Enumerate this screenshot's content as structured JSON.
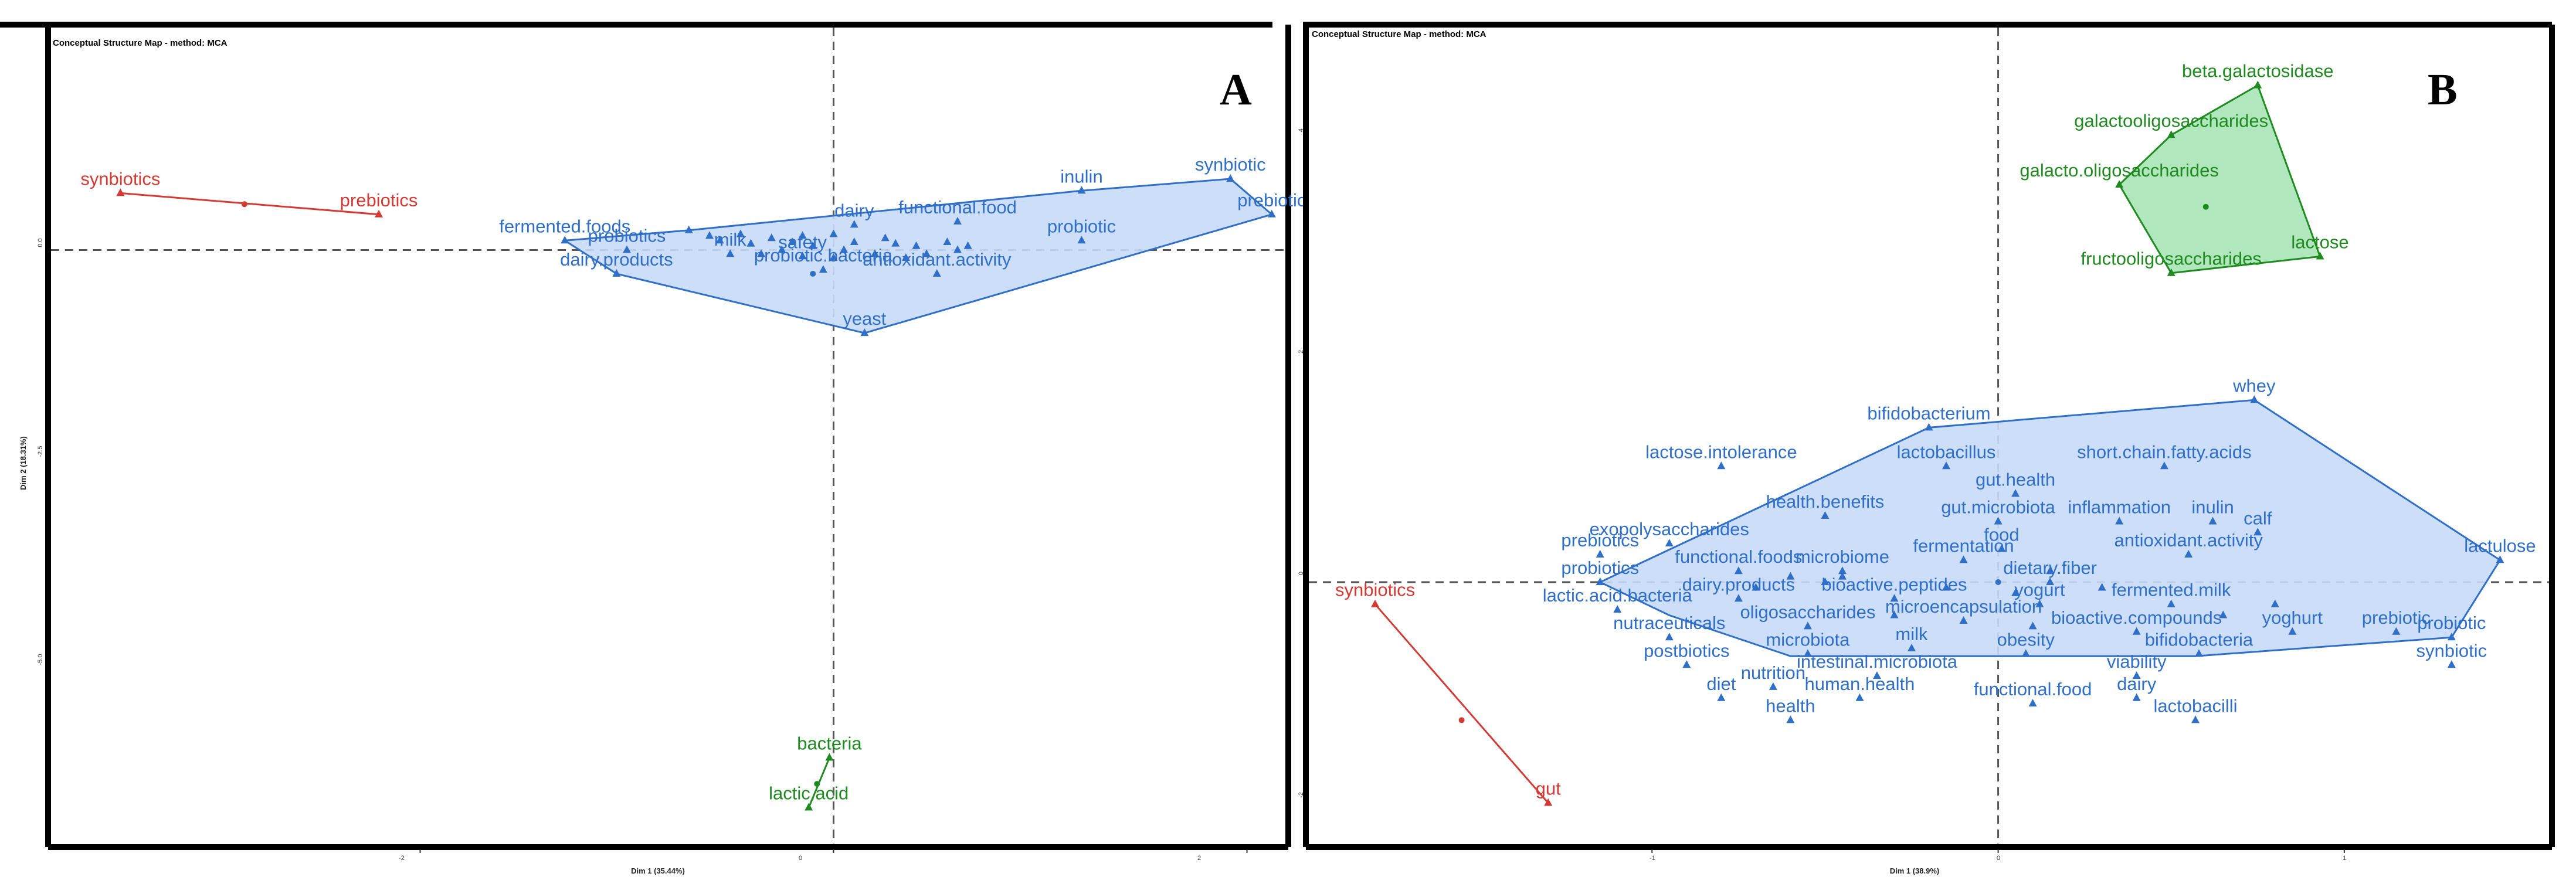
{
  "colors": {
    "blue": "#2f6fc8",
    "blue_fill": "#c8dbf7",
    "red": "#d43a34",
    "green": "#1f8a1f",
    "green_fill": "#a8e4b6"
  },
  "chart_data": [
    {
      "type": "scatter",
      "panel_letter": "A",
      "title": "Conceptual Structure Map - method: MCA",
      "xlabel": "Dim 1 (35.44%)",
      "ylabel": "Dim 2 (18.31%)",
      "xlim": [
        -3.8,
        2.2
      ],
      "ylim": [
        -7.55,
        2.85
      ],
      "xticks": [
        -2,
        0,
        2
      ],
      "xtick_labels": [
        "-2",
        "0",
        "2"
      ],
      "yticks": [
        0.0,
        -2.5,
        -5.0
      ],
      "ytick_labels": [
        "0.0",
        "-2.5",
        "-5.0"
      ],
      "grid": false,
      "clusters": [
        {
          "color": "red",
          "centroid": [
            -2.85,
            0.58
          ],
          "hull": [
            [
              -3.45,
              0.72
            ],
            [
              -2.2,
              0.45
            ]
          ],
          "labels": [
            {
              "text": "synbiotics",
              "x": -3.45,
              "y": 0.72
            },
            {
              "text": "prebiotics",
              "x": -2.2,
              "y": 0.45
            }
          ],
          "points": []
        },
        {
          "color": "blue",
          "centroid": [
            -0.1,
            -0.3
          ],
          "hull": [
            [
              1.92,
              0.9
            ],
            [
              2.12,
              0.45
            ],
            [
              0.15,
              -1.05
            ],
            [
              -1.05,
              -0.3
            ],
            [
              -1.3,
              0.12
            ],
            [
              -0.7,
              0.25
            ],
            [
              1.2,
              0.75
            ]
          ],
          "labels": [
            {
              "text": "synbiotic",
              "x": 1.92,
              "y": 0.9
            },
            {
              "text": "inulin",
              "x": 1.2,
              "y": 0.75
            },
            {
              "text": "prebiotic",
              "x": 2.12,
              "y": 0.45
            },
            {
              "text": "dairy",
              "x": 0.1,
              "y": 0.32
            },
            {
              "text": "functional.food",
              "x": 0.6,
              "y": 0.36
            },
            {
              "text": "fermented.foods",
              "x": -1.3,
              "y": 0.12
            },
            {
              "text": "probiotic",
              "x": 1.2,
              "y": 0.12
            },
            {
              "text": "probiotics",
              "x": -1.0,
              "y": 0.0
            },
            {
              "text": "milk",
              "x": -0.5,
              "y": -0.05
            },
            {
              "text": "safety",
              "x": -0.15,
              "y": -0.08
            },
            {
              "text": "probiotic.bacteria",
              "x": -0.05,
              "y": -0.25
            },
            {
              "text": "dairy.products",
              "x": -1.05,
              "y": -0.3
            },
            {
              "text": "antioxidant.activity",
              "x": 0.5,
              "y": -0.3
            },
            {
              "text": "yeast",
              "x": 0.15,
              "y": -1.05
            }
          ],
          "points": [
            [
              -0.7,
              0.25
            ],
            [
              -0.6,
              0.18
            ],
            [
              -0.55,
              0.12
            ],
            [
              -0.45,
              0.2
            ],
            [
              -0.4,
              0.08
            ],
            [
              -0.3,
              0.15
            ],
            [
              -0.25,
              0.0
            ],
            [
              -0.2,
              0.1
            ],
            [
              -0.1,
              0.05
            ],
            [
              0.0,
              0.2
            ],
            [
              0.05,
              0.0
            ],
            [
              0.1,
              0.1
            ],
            [
              0.2,
              -0.05
            ],
            [
              0.3,
              0.08
            ],
            [
              0.35,
              -0.1
            ],
            [
              0.4,
              0.05
            ],
            [
              0.45,
              -0.05
            ],
            [
              0.55,
              0.1
            ],
            [
              0.6,
              0.0
            ],
            [
              0.65,
              0.05
            ],
            [
              -0.15,
              0.18
            ],
            [
              0.0,
              -0.1
            ],
            [
              -0.35,
              -0.05
            ],
            [
              0.25,
              0.15
            ]
          ]
        },
        {
          "color": "green",
          "centroid": [
            -0.08,
            -6.75
          ],
          "hull": [
            [
              -0.02,
              -6.42
            ],
            [
              -0.12,
              -7.05
            ]
          ],
          "labels": [
            {
              "text": "bacteria",
              "x": -0.02,
              "y": -6.42
            },
            {
              "text": "lactic.acid",
              "x": -0.12,
              "y": -7.05
            }
          ],
          "points": []
        }
      ]
    },
    {
      "type": "scatter",
      "panel_letter": "B",
      "title": "Conceptual Structure Map - method: MCA",
      "xlabel": "Dim 1 (38.9%)",
      "ylabel": "",
      "xlim": [
        -2.0,
        1.6
      ],
      "ylim": [
        -2.4,
        5.05
      ],
      "xticks": [
        -1,
        0,
        1
      ],
      "xtick_labels": [
        "-1",
        "0",
        "1"
      ],
      "yticks": [
        4,
        2,
        0,
        -2
      ],
      "ytick_labels": [
        "4",
        "2",
        "0",
        "-2"
      ],
      "grid": false,
      "clusters": [
        {
          "color": "green",
          "centroid": [
            0.6,
            3.4
          ],
          "hull": [
            [
              0.75,
              4.5
            ],
            [
              0.93,
              2.95
            ],
            [
              0.5,
              2.8
            ],
            [
              0.35,
              3.6
            ],
            [
              0.5,
              4.05
            ]
          ],
          "labels": [
            {
              "text": "beta.galactosidase",
              "x": 0.75,
              "y": 4.5
            },
            {
              "text": "galactooligosaccharides",
              "x": 0.5,
              "y": 4.05
            },
            {
              "text": "galacto.oligosaccharides",
              "x": 0.35,
              "y": 3.6
            },
            {
              "text": "fructooligosaccharides",
              "x": 0.5,
              "y": 2.8
            },
            {
              "text": "lactose",
              "x": 0.93,
              "y": 2.95
            }
          ],
          "points": []
        },
        {
          "color": "red",
          "centroid": [
            -1.55,
            -1.25
          ],
          "hull": [
            [
              -1.8,
              -0.2
            ],
            [
              -1.3,
              -2.0
            ]
          ],
          "labels": [
            {
              "text": "synbiotics",
              "x": -1.8,
              "y": -0.2
            },
            {
              "text": "gut",
              "x": -1.3,
              "y": -2.0
            }
          ],
          "points": []
        },
        {
          "color": "blue",
          "centroid": [
            0.0,
            0.0
          ],
          "hull": [
            [
              0.74,
              1.65
            ],
            [
              1.45,
              0.2
            ],
            [
              1.31,
              -0.5
            ],
            [
              0.57,
              -0.67
            ],
            [
              -0.6,
              -0.67
            ],
            [
              -0.95,
              -0.3
            ],
            [
              -1.15,
              0.0
            ],
            [
              -0.2,
              1.4
            ]
          ],
          "labels": [
            {
              "text": "whey",
              "x": 0.74,
              "y": 1.65
            },
            {
              "text": "bifidobacterium",
              "x": -0.2,
              "y": 1.4
            },
            {
              "text": "lactose.intolerance",
              "x": -0.8,
              "y": 1.05
            },
            {
              "text": "lactobacillus",
              "x": -0.15,
              "y": 1.05
            },
            {
              "text": "short.chain.fatty.acids",
              "x": 0.48,
              "y": 1.05
            },
            {
              "text": "gut.health",
              "x": 0.05,
              "y": 0.8
            },
            {
              "text": "health.benefits",
              "x": -0.5,
              "y": 0.6
            },
            {
              "text": "gut.microbiota",
              "x": 0.0,
              "y": 0.55
            },
            {
              "text": "inflammation",
              "x": 0.35,
              "y": 0.55
            },
            {
              "text": "inulin",
              "x": 0.62,
              "y": 0.55
            },
            {
              "text": "calf",
              "x": 0.75,
              "y": 0.45
            },
            {
              "text": "exopolysaccharides",
              "x": -0.95,
              "y": 0.35
            },
            {
              "text": "prebiotics",
              "x": -1.15,
              "y": 0.25
            },
            {
              "text": "food",
              "x": 0.01,
              "y": 0.3
            },
            {
              "text": "fermentation",
              "x": -0.1,
              "y": 0.2
            },
            {
              "text": "antioxidant.activity",
              "x": 0.55,
              "y": 0.25
            },
            {
              "text": "functional.foods",
              "x": -0.75,
              "y": 0.1
            },
            {
              "text": "microbiome",
              "x": -0.45,
              "y": 0.1
            },
            {
              "text": "dietary.fiber",
              "x": 0.15,
              "y": 0.0
            },
            {
              "text": "probiotics",
              "x": -1.15,
              "y": 0.0
            },
            {
              "text": "lactulose",
              "x": 1.45,
              "y": 0.2
            },
            {
              "text": "dairy.products",
              "x": -0.75,
              "y": -0.15
            },
            {
              "text": "bioactive.peptides",
              "x": -0.3,
              "y": -0.15
            },
            {
              "text": "yogurt",
              "x": 0.12,
              "y": -0.2
            },
            {
              "text": "fermented.milk",
              "x": 0.5,
              "y": -0.2
            },
            {
              "text": "lactic.acid.bacteria",
              "x": -1.1,
              "y": -0.25
            },
            {
              "text": "microencapsulation",
              "x": -0.1,
              "y": -0.35
            },
            {
              "text": "oligosaccharides",
              "x": -0.55,
              "y": -0.4
            },
            {
              "text": "bioactive.compounds",
              "x": 0.4,
              "y": -0.45
            },
            {
              "text": "yoghurt",
              "x": 0.85,
              "y": -0.45
            },
            {
              "text": "prebiotic",
              "x": 1.15,
              "y": -0.45
            },
            {
              "text": "nutraceuticals",
              "x": -0.95,
              "y": -0.5
            },
            {
              "text": "milk",
              "x": -0.25,
              "y": -0.6
            },
            {
              "text": "obesity",
              "x": 0.08,
              "y": -0.65
            },
            {
              "text": "microbiota",
              "x": -0.55,
              "y": -0.65
            },
            {
              "text": "bifidobacteria",
              "x": 0.58,
              "y": -0.65
            },
            {
              "text": "postbiotics",
              "x": -0.9,
              "y": -0.75
            },
            {
              "text": "probiotic",
              "x": 1.31,
              "y": -0.5
            },
            {
              "text": "intestinal.microbiota",
              "x": -0.35,
              "y": -0.85
            },
            {
              "text": "viability",
              "x": 0.4,
              "y": -0.85
            },
            {
              "text": "nutrition",
              "x": -0.65,
              "y": -0.95
            },
            {
              "text": "human.health",
              "x": -0.4,
              "y": -1.05
            },
            {
              "text": "dairy",
              "x": 0.4,
              "y": -1.05
            },
            {
              "text": "functional.food",
              "x": 0.1,
              "y": -1.1
            },
            {
              "text": "synbiotic",
              "x": 1.31,
              "y": -0.75
            },
            {
              "text": "diet",
              "x": -0.8,
              "y": -1.05
            },
            {
              "text": "health",
              "x": -0.6,
              "y": -1.25
            },
            {
              "text": "lactobacilli",
              "x": 0.57,
              "y": -1.25
            }
          ],
          "points": [
            [
              -0.45,
              0.05
            ],
            [
              -0.5,
              0.0
            ],
            [
              -0.6,
              0.05
            ],
            [
              -0.7,
              -0.05
            ],
            [
              -0.15,
              -0.05
            ],
            [
              0.05,
              -0.1
            ],
            [
              0.15,
              0.1
            ],
            [
              0.3,
              -0.05
            ],
            [
              0.65,
              -0.3
            ],
            [
              0.8,
              -0.2
            ],
            [
              -0.3,
              -0.3
            ],
            [
              0.1,
              -0.4
            ]
          ]
        }
      ]
    }
  ]
}
